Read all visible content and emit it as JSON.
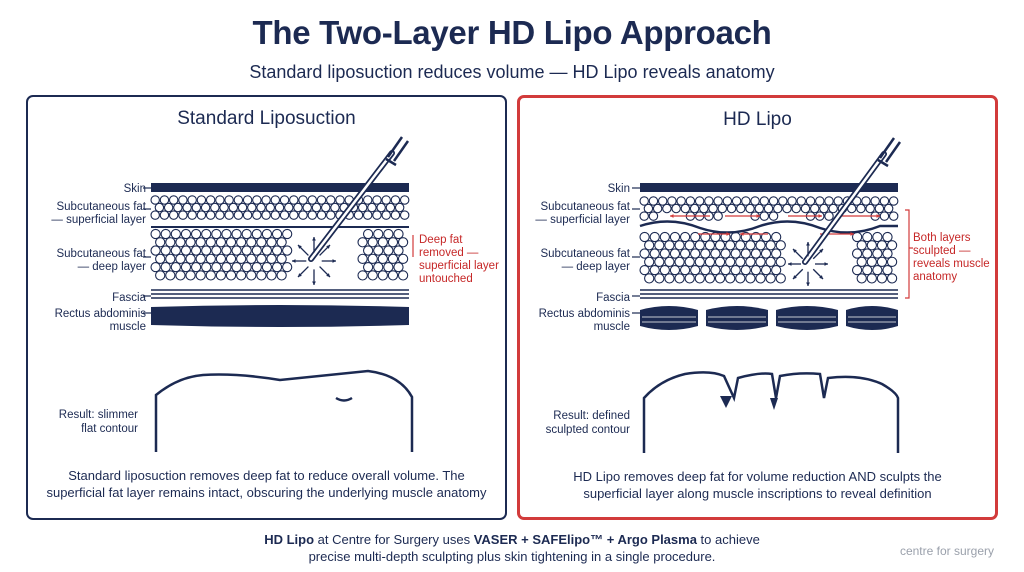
{
  "title": "The Two-Layer HD Lipo Approach",
  "subtitle": "Standard liposuction reduces volume — HD Lipo reveals anatomy",
  "colors": {
    "navy": "#1c2a52",
    "red": "#d23b3b",
    "brand_gray": "#9aa0ab"
  },
  "left_panel": {
    "title": "Standard Liposuction",
    "labels": {
      "skin": "Skin",
      "superficial_1": "Subcutaneous fat",
      "superficial_2": "— superficial layer",
      "deep_1": "Subcutaneous fat",
      "deep_2": "— deep layer",
      "fascia": "Fascia",
      "muscle_1": "Rectus abdominis",
      "muscle_2": "muscle"
    },
    "note": [
      "Deep fat",
      "removed —",
      "superficial layer",
      "untouched"
    ],
    "result": [
      "Result: slimmer",
      "flat contour"
    ],
    "caption": [
      "Standard liposuction removes deep fat to reduce overall volume. The",
      "superficial fat layer remains intact, obscuring the underlying muscle anatomy"
    ]
  },
  "right_panel": {
    "title": "HD Lipo",
    "labels": {
      "skin": "Skin",
      "superficial_1": "Subcutaneous fat",
      "superficial_2": "— superficial layer",
      "deep_1": "Subcutaneous fat",
      "deep_2": "— deep layer",
      "fascia": "Fascia",
      "muscle_1": "Rectus abdominis",
      "muscle_2": "muscle"
    },
    "note": [
      "Both layers",
      "sculpted —",
      "reveals muscle",
      "anatomy"
    ],
    "result": [
      "Result: defined",
      "sculpted contour"
    ],
    "caption": [
      "HD Lipo removes deep fat for volume reduction AND sculpts the",
      "superficial layer along muscle inscriptions to reveal definition"
    ]
  },
  "footer": {
    "b1": "HD Lipo",
    "t1": " at Centre for Surgery uses ",
    "b2": "VASER + SAFElipo™ + Argo Plasma",
    "t2": " to achieve",
    "line2": "precise multi-depth sculpting plus skin tightening in a single procedure."
  },
  "brand": "centre for surgery"
}
